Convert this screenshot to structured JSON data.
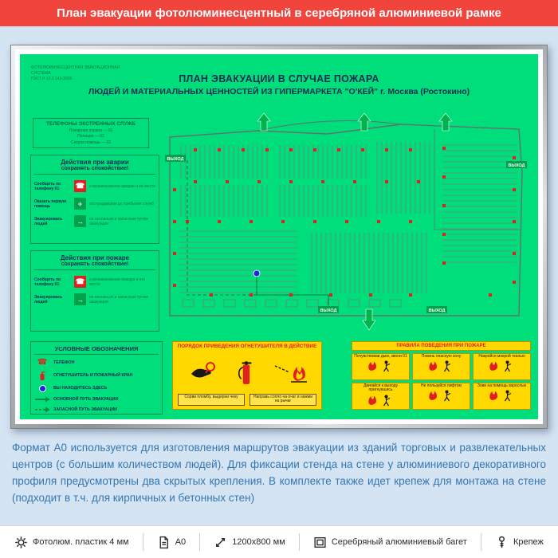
{
  "banner": {
    "title": "План эвакуации фотолюминесцентный в серебряной алюминиевой рамке"
  },
  "plan": {
    "title_line1": "ПЛАН ЭВАКУАЦИИ В СЛУЧАЕ ПОЖАРА",
    "title_line2": "ЛЮДЕЙ И МАТЕРИАЛЬНЫХ ЦЕННОСТЕЙ ИЗ ГИПЕРМАРКЕТА \"О'КЕЙ\" г. Москва (Ростокино)",
    "corner_note_line1": "ФОТОЛЮМИНЕСЦЕНТНАЯ ЭВАКУАЦИОННАЯ СИСТЕМА",
    "corner_note_line2": "ГОСТ Р 12.2.143-2009",
    "phones": {
      "title": "ТЕЛЕФОНЫ ЭКСТРЕННЫХ СЛУЖБ",
      "lines": [
        "Пожарная охрана — 01",
        "Полиция — 02",
        "Скорая помощь — 03"
      ]
    },
    "accident_box": {
      "title1": "Действия при аварии",
      "title2": "сохранять спокойствие!",
      "items": [
        {
          "label": "Сообщить по телефону 01",
          "note": "о возникновении аварии и её месте"
        },
        {
          "label": "Оказать первую помощь",
          "note": "пострадавшим до прибытия служб"
        },
        {
          "label": "Эвакуировать людей",
          "note": "по основным и запасным путям эвакуации"
        }
      ]
    },
    "fire_box": {
      "title1": "Действия при пожаре",
      "title2": "сохранять спокойствие!",
      "items": [
        {
          "label": "Сообщить по телефону 01",
          "note": "о возникновении пожара и его месте"
        },
        {
          "label": "Эвакуировать людей",
          "note": "по основным и запасным путям эвакуации"
        }
      ]
    },
    "legend": {
      "title": "УСЛОВНЫЕ ОБОЗНАЧЕНИЯ",
      "items": [
        {
          "label": "ТЕЛЕФОН"
        },
        {
          "label": "ОГНЕТУШИТЕЛЬ И ПОЖАРНЫЙ КРАН"
        },
        {
          "label": "ВЫ НАХОДИТЕСЬ ЗДЕСЬ"
        },
        {
          "label": "ОСНОВНОЙ ПУТЬ ЭВАКУАЦИИ"
        },
        {
          "label": "ЗАПАСНОЙ ПУТЬ ЭВАКУАЦИИ"
        }
      ]
    },
    "exit_label": "ВЫХОД",
    "markers": [
      [
        14,
        60
      ],
      [
        14,
        100
      ],
      [
        14,
        140
      ],
      [
        14,
        180
      ],
      [
        14,
        220
      ],
      [
        40,
        50
      ],
      [
        70,
        50
      ],
      [
        100,
        50
      ],
      [
        130,
        50
      ],
      [
        160,
        50
      ],
      [
        190,
        50
      ],
      [
        220,
        50
      ],
      [
        250,
        50
      ],
      [
        280,
        50
      ],
      [
        310,
        50
      ],
      [
        40,
        90
      ],
      [
        80,
        90
      ],
      [
        120,
        90
      ],
      [
        160,
        90
      ],
      [
        200,
        90
      ],
      [
        240,
        90
      ],
      [
        280,
        90
      ],
      [
        320,
        90
      ],
      [
        30,
        140
      ],
      [
        70,
        140
      ],
      [
        110,
        140
      ],
      [
        150,
        140
      ],
      [
        190,
        140
      ],
      [
        230,
        140
      ],
      [
        270,
        140
      ],
      [
        310,
        140
      ],
      [
        352,
        48
      ],
      [
        352,
        84
      ],
      [
        352,
        120
      ],
      [
        352,
        156
      ],
      [
        352,
        192
      ],
      [
        440,
        60
      ],
      [
        440,
        100
      ],
      [
        440,
        140
      ],
      [
        440,
        180
      ],
      [
        440,
        216
      ],
      [
        60,
        232
      ],
      [
        110,
        232
      ],
      [
        160,
        232
      ],
      [
        210,
        232
      ],
      [
        260,
        232
      ],
      [
        310,
        232
      ],
      [
        410,
        232
      ]
    ],
    "extinguisher_panel": {
      "title": "ПОРЯДОК ПРИВЕДЕНИЯ ОГНЕТУШИТЕЛЯ В ДЕЙСТВИЕ",
      "captions": [
        "Сорви пломбу, выдерни чеку",
        "Направь сопло на очаг и нажми на рычаг"
      ]
    },
    "safety_panel": {
      "title": "ПРАВИЛА ПОВЕДЕНИЯ ПРИ ПОЖАРЕ",
      "cards": [
        "Почувствовав дым, звони 01",
        "Покинь опасную зону",
        "Накройся мокрой тканью",
        "Двигайся к выходу пригнувшись",
        "Не пользуйся лифтом",
        "Зови на помощь взрослых"
      ]
    }
  },
  "description": "Формат А0 используется для изготовления маршрутов эвакуации из зданий торговых и развлекательных центров (с большим количеством людей). Для фиксации стенда на стене у алюминиевого декоративного профиля предусмотрены два скрытых крепления. В комплекте также идет крепеж для монтажа на стене (подходит в т.ч. для кирпичных и бетонных стен)",
  "footer": {
    "items": [
      {
        "icon": "gear-icon",
        "label": "Фотолюм. пластик 4 мм"
      },
      {
        "icon": "sheet-icon",
        "label": "A0"
      },
      {
        "icon": "dimensions-icon",
        "label": "1200x800 мм"
      },
      {
        "icon": "frame-icon",
        "label": "Серебряный алюминиевый багет"
      },
      {
        "icon": "mount-icon",
        "label": "Крепеж"
      }
    ]
  },
  "colors": {
    "banner_red": "#f0443c",
    "plan_green": "#00de7b",
    "accent_yellow": "#ffd800",
    "route_green": "#00a14b",
    "marker_red": "#e01f1f",
    "here_blue": "#2026e0",
    "description_blue": "#3576b2"
  }
}
